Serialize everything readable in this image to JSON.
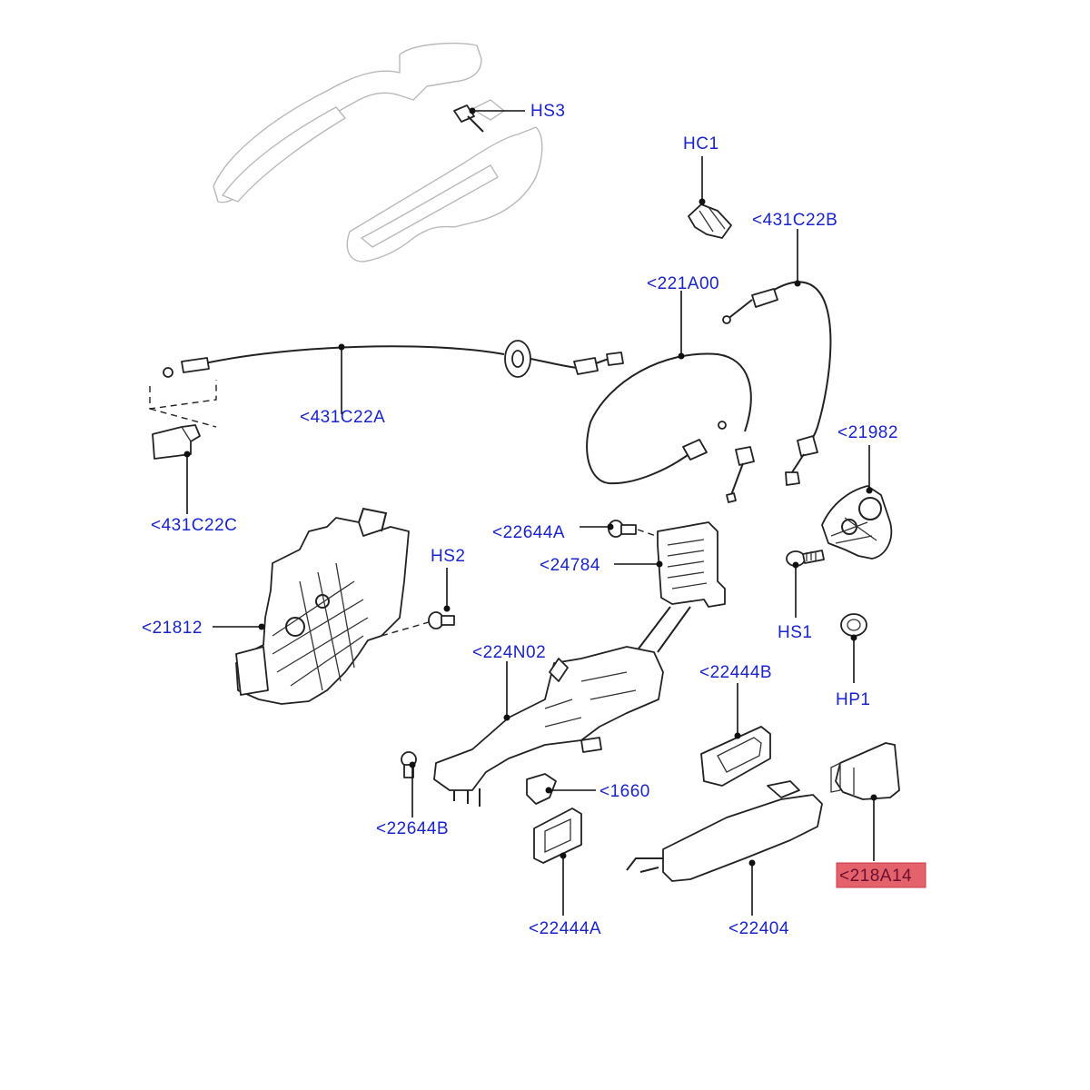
{
  "labels": {
    "hs3": "HS3",
    "hc1": "HC1",
    "c431c22b": "<431C22B",
    "c221a00": "<221A00",
    "c431c22a": "<431C22A",
    "c431c22c": "<431C22C",
    "c21982": "<21982",
    "c22644a": "<22644A",
    "c24784": "<24784",
    "hs2": "HS2",
    "c21812": "<21812",
    "hs1": "HS1",
    "hp1": "HP1",
    "c224n02": "<224N02",
    "c22444b": "<22444B",
    "c1660": "<1660",
    "c22644b": "<22644B",
    "c22444a": "<22444A",
    "c22404": "<22404",
    "c218a14": "<218A14"
  },
  "highlight_color": "#e4626b",
  "label_color": "#1a24c8"
}
